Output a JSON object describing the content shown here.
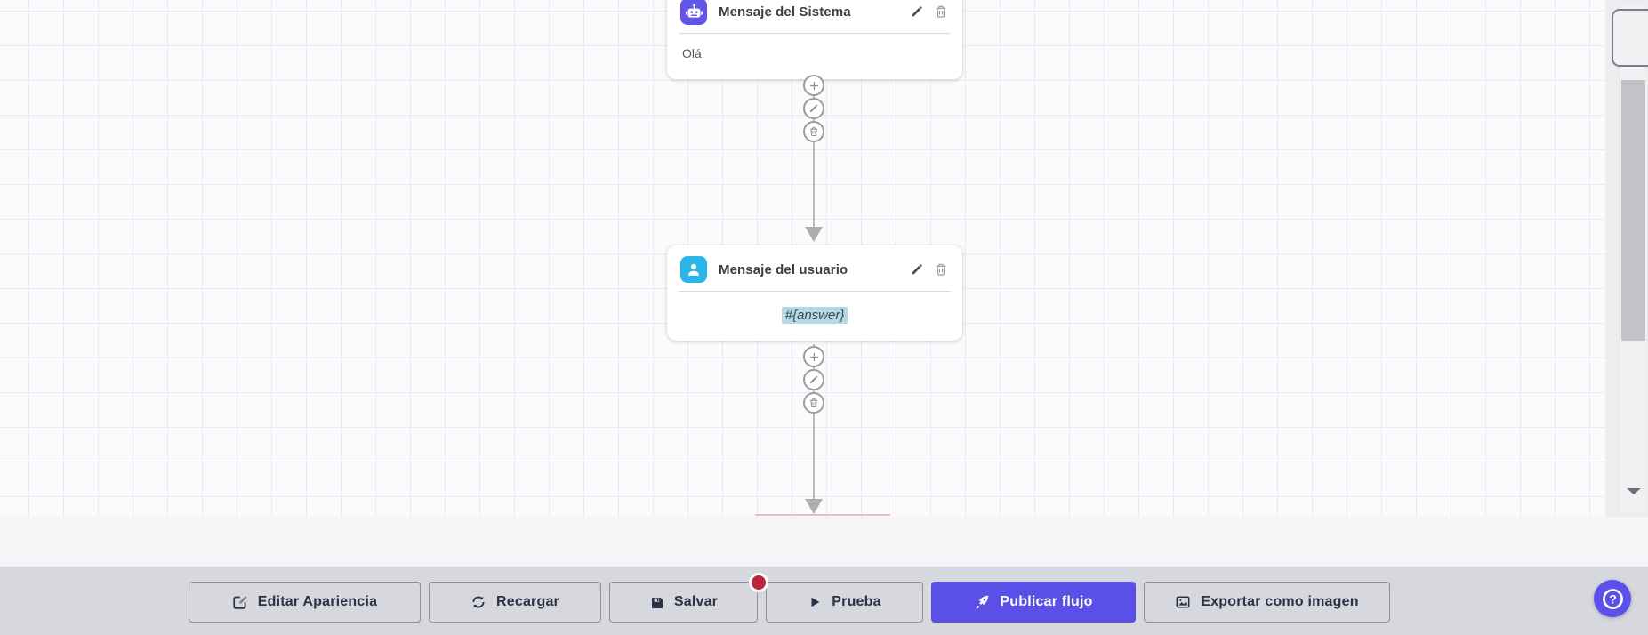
{
  "canvas": {
    "nodes": [
      {
        "title": "Mensaje del Sistema",
        "body": "Olá",
        "icon": "robot-icon",
        "icon_color": "#6156e8"
      },
      {
        "title": "Mensaje del usuario",
        "body": "#{answer}",
        "icon": "user-icon",
        "icon_color": "#29b5e8",
        "body_highlight_color": "#b4d9e9"
      }
    ],
    "node_actions": [
      "edit",
      "delete"
    ],
    "connector_actions": [
      "add-step",
      "edit-step",
      "delete-step"
    ]
  },
  "toolbar": {
    "buttons": [
      {
        "label": "Editar Apariencia",
        "icon": "edit-appearance-icon"
      },
      {
        "label": "Recargar",
        "icon": "refresh-icon"
      },
      {
        "label": "Salvar",
        "icon": "save-icon",
        "badge": "unsaved-changes-dot"
      },
      {
        "label": "Prueba",
        "icon": "play-icon"
      },
      {
        "label": "Publicar flujo",
        "icon": "rocket-icon",
        "primary": true
      },
      {
        "label": "Exportar como imagen",
        "icon": "image-icon"
      }
    ]
  },
  "help_button": {
    "label": "?"
  },
  "colors": {
    "accent_purple": "#5a50e8",
    "system_node_icon": "#6156e8",
    "user_node_icon": "#29b5e8",
    "unsaved_badge": "#c0233d",
    "answer_highlight": "#b4d9e9",
    "toolbar_bg": "#d7d8dd",
    "canvas_bg": "#fbfbfd"
  }
}
